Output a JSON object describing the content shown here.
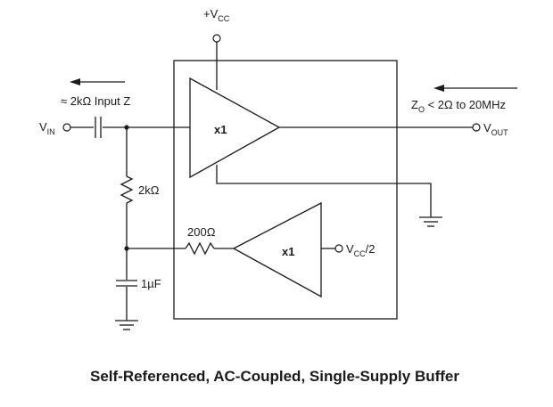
{
  "labels": {
    "vcc_top": "+V",
    "vcc_top_sub": "CC",
    "input_z": "≈ 2kΩ Input Z",
    "vin": "V",
    "vin_sub": "IN",
    "r_2k": "2kΩ",
    "r_200": "200Ω",
    "cap_1u": "1µF",
    "zo": "Z",
    "zo_sub": "O",
    "zo_rest": " < 2Ω to 20MHz",
    "vout": "V",
    "vout_sub": "OUT",
    "vcc2": "V",
    "vcc2_sub": "CC",
    "vcc2_rest": "/2",
    "buffer_top_gain": "x1",
    "buffer_bottom_gain": "x1"
  },
  "caption": "Self-Referenced, AC-Coupled, Single-Supply Buffer"
}
